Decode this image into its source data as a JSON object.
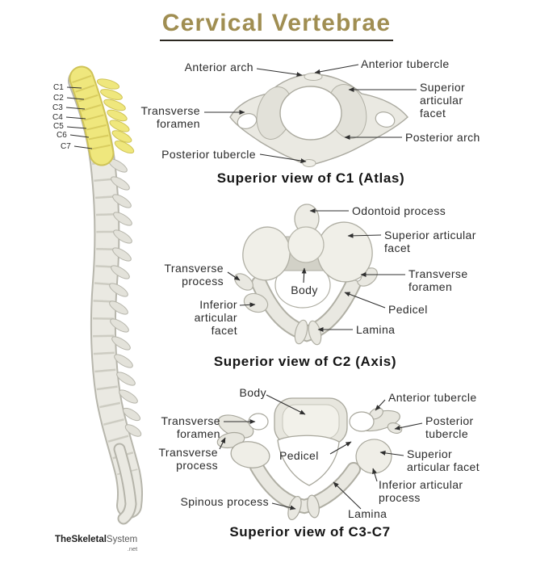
{
  "title": "Cervical Vertebrae",
  "spine": {
    "vertebra_labels": [
      "C1",
      "C2",
      "C3",
      "C4",
      "C5",
      "C6",
      "C7"
    ]
  },
  "c1": {
    "caption": "Superior view of C1 (Atlas)",
    "anterior_arch": "Anterior arch",
    "anterior_tubercle": "Anterior tubercle",
    "superior_articular_facet": "Superior articular facet",
    "transverse_foramen": "Transverse foramen",
    "posterior_arch": "Posterior arch",
    "posterior_tubercle": "Posterior tubercle"
  },
  "c2": {
    "caption": "Superior view of C2 (Axis)",
    "odontoid_process": "Odontoid process",
    "superior_articular_facet": "Superior articular facet",
    "transverse_process": "Transverse process",
    "transverse_foramen": "Transverse foramen",
    "body": "Body",
    "inferior_articular_facet": "Inferior articular facet",
    "pedicel": "Pedicel",
    "lamina": "Lamina"
  },
  "c3c7": {
    "caption": "Superior view of C3-C7",
    "body": "Body",
    "anterior_tubercle": "Anterior tubercle",
    "transverse_foramen": "Transverse foramen",
    "posterior_tubercle": "Posterior tubercle",
    "transverse_process": "Transverse process",
    "pedicel": "Pedicel",
    "superior_articular_facet": "Superior articular facet",
    "inferior_articular_process": "Inferior articular process",
    "spinous_process": "Spinous process",
    "lamina": "Lamina"
  },
  "watermark": {
    "bold": "TheSkeletal",
    "regular": "System",
    "suffix": ".net"
  },
  "colors": {
    "title": "#A08E52",
    "title_underline": "#2C2820",
    "label_text": "#2B2B2B",
    "leader_line": "#2F2F2F",
    "bone_fill": "#EAE9E2",
    "bone_outline": "#B7B6AC",
    "cervical_highlight": "#EFE77D",
    "cervical_outline": "#CFC356",
    "background": "#FFFFFF"
  }
}
